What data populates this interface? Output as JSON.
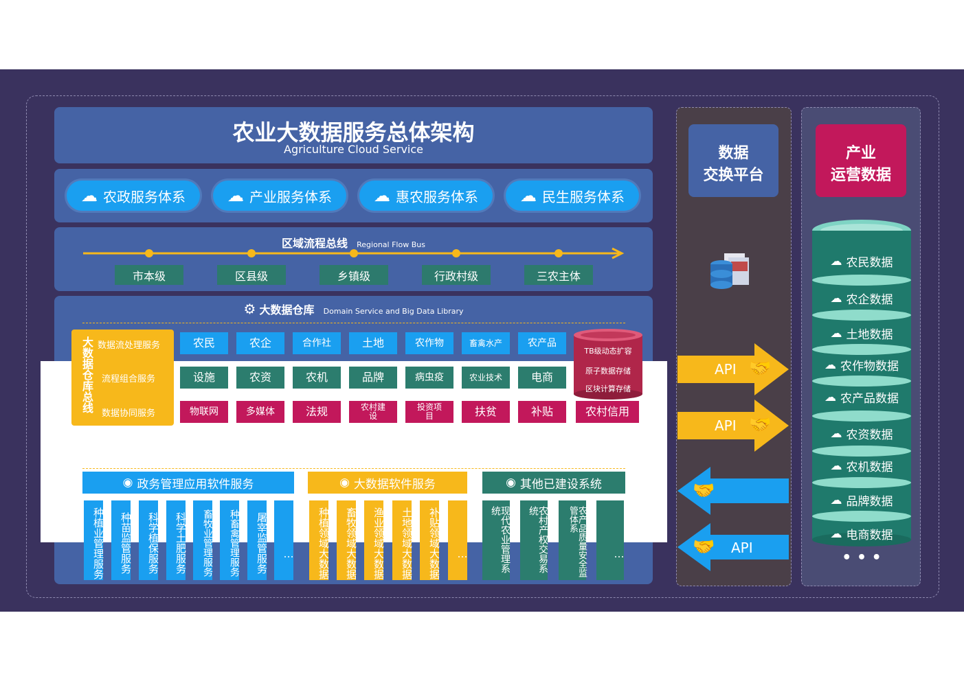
{
  "title": "农业大数据服务总体架构",
  "subtitle": "Agriculture Cloud Service",
  "service_systems": [
    "农政服务体系",
    "产业服务体系",
    "惠农服务体系",
    "民生服务体系"
  ],
  "flow_bus": {
    "title_cn": "区域流程总线",
    "title_en": "Regional Flow Bus",
    "levels": [
      "市本级",
      "区县级",
      "乡镇级",
      "行政村级",
      "三农主体"
    ]
  },
  "warehouse": {
    "title_cn": "大数据仓库",
    "title_en": "Domain Service and Big Data Library",
    "bus_label": "大数据仓库总线",
    "services": [
      "数据流处理服务",
      "流程组合服务",
      "数据协同服务"
    ],
    "row1": [
      "农民",
      "农企",
      "合作社",
      "土地",
      "农作物",
      "畜禽水产",
      "农产品"
    ],
    "row2": [
      "设施",
      "农资",
      "农机",
      "品牌",
      "病虫疫",
      "农业技术",
      "电商"
    ],
    "row3": [
      "物联网",
      "多媒体",
      "法规",
      "农村建设",
      "投资项目",
      "扶贫",
      "补贴",
      "农村信用"
    ],
    "storage": [
      "TB级动态扩容",
      "原子数据存储",
      "区块计算存储"
    ]
  },
  "software": {
    "gov": {
      "title": "政务管理应用软件服务",
      "items": [
        "种植业管理服务",
        "种苗监管服务",
        "科学植保服务",
        "科学土肥服务",
        "畜牧业管理服务",
        "种畜禽管理服务",
        "屠宰监管服务",
        "…"
      ]
    },
    "bigdata": {
      "title": "大数据软件服务",
      "items": [
        "种植领域大数据",
        "畜牧领域大数据",
        "渔业领域大数据",
        "土地领域大数据",
        "补贴领域大数据",
        "…"
      ]
    },
    "other": {
      "title": "其他已建设系统",
      "items": [
        "现代农业管理系统",
        "农村产权交易系统",
        "农产品质量安全监管体系",
        "…"
      ]
    }
  },
  "exchange": {
    "title_line1": "数据",
    "title_line2": "交换平台",
    "api_label": "API"
  },
  "industry": {
    "title_line1": "产业",
    "title_line2": "运营数据",
    "items": [
      "农民数据",
      "农企数据",
      "土地数据",
      "农作物数据",
      "农产品数据",
      "农资数据",
      "农机数据",
      "品牌数据",
      "电商数据"
    ],
    "more": "• • •"
  },
  "colors": {
    "background": "#3a325e",
    "panel": "#4563a5",
    "blue": "#1a9ff0",
    "teal": "#2c7d6e",
    "magenta": "#c2185b",
    "yellow": "#f7b81b"
  }
}
